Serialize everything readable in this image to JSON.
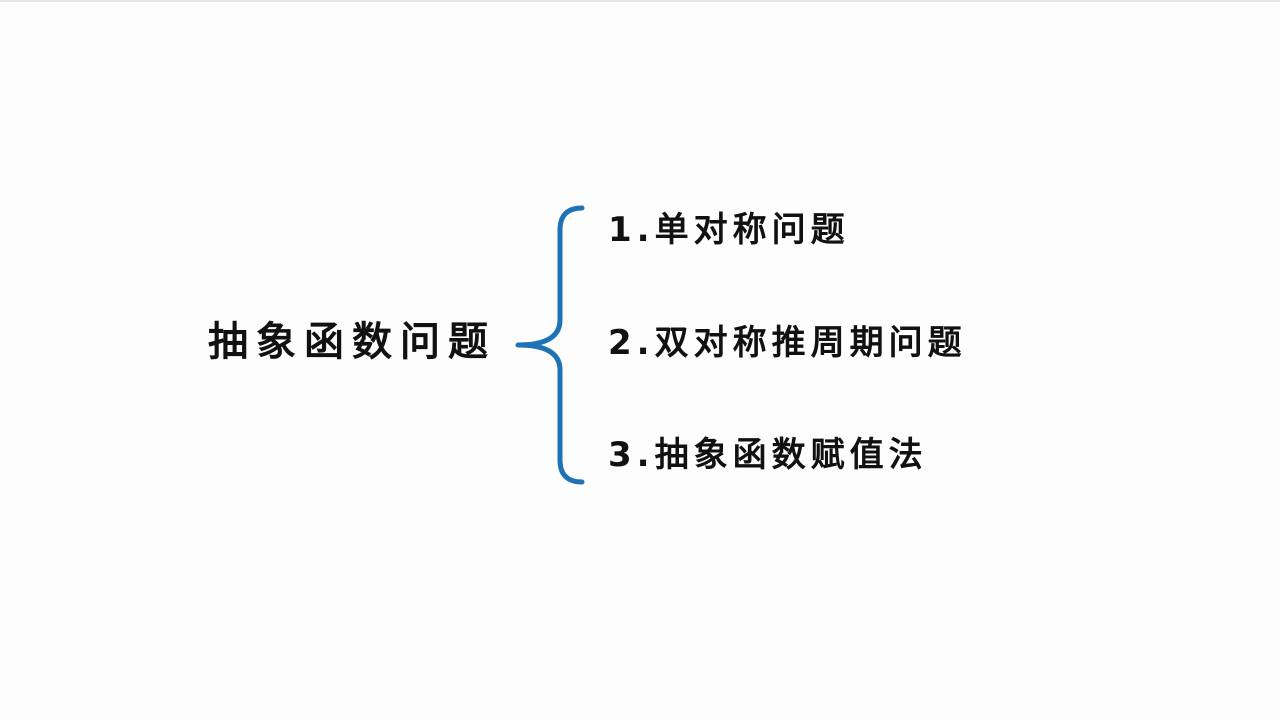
{
  "diagram": {
    "main_topic": "抽象函数问题",
    "branches": [
      {
        "label": "1.单对称问题"
      },
      {
        "label": "2.双对称推周期问题"
      },
      {
        "label": "3.抽象函数赋值法"
      }
    ],
    "colors": {
      "brace": "#1f73b4",
      "text": "#111111",
      "background": "#fdfdfd"
    }
  }
}
